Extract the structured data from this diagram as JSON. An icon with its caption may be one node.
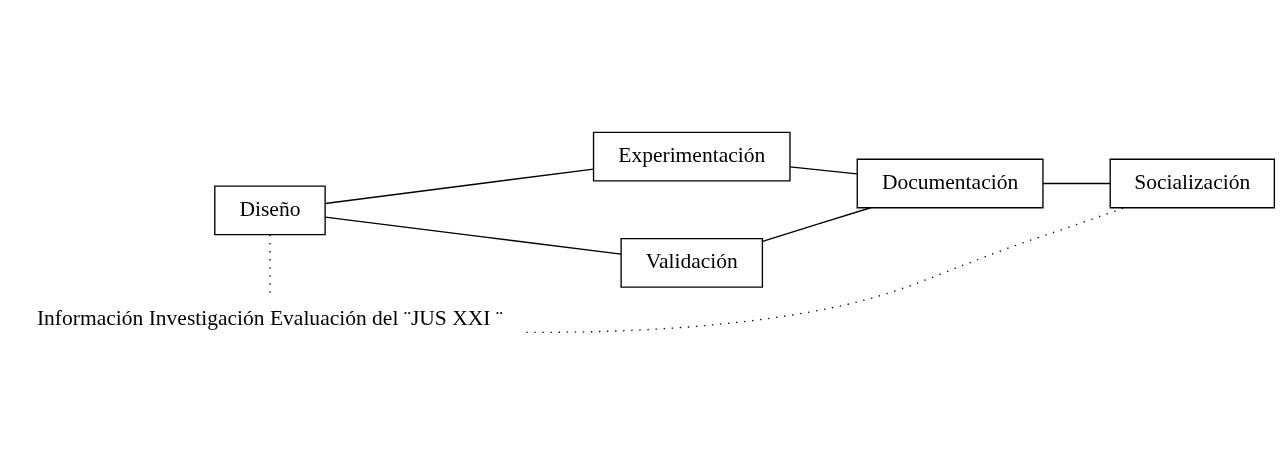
{
  "diagram": {
    "nodes": [
      {
        "text": [
          "Diseño"
        ]
      },
      {
        "text": [
          "Experimentación"
        ]
      },
      {
        "text": [
          "Validación"
        ]
      },
      {
        "text": [
          "Documentación"
        ]
      },
      {
        "text": [
          "Socialización"
        ]
      },
      {
        "text": [
          "Información Investigación Evaluación del ¨JUS XXI ¨"
        ]
      }
    ],
    "edges": [
      {
        "from": 0,
        "to": 1,
        "arrow": "none"
      },
      {
        "from": 0,
        "to": 2,
        "arrow": "none"
      },
      {
        "from": 1,
        "to": 3,
        "arrow": "none"
      },
      {
        "from": 2,
        "to": 3,
        "arrow": "none"
      },
      {
        "from": 3,
        "to": 4,
        "arrow": "none"
      },
      {
        "from": 0,
        "to": 5,
        "arrow": "none",
        "style": "dashed"
      },
      {
        "from": 5,
        "to": 4,
        "arrow": "none",
        "style": "dashed"
      }
    ]
  }
}
